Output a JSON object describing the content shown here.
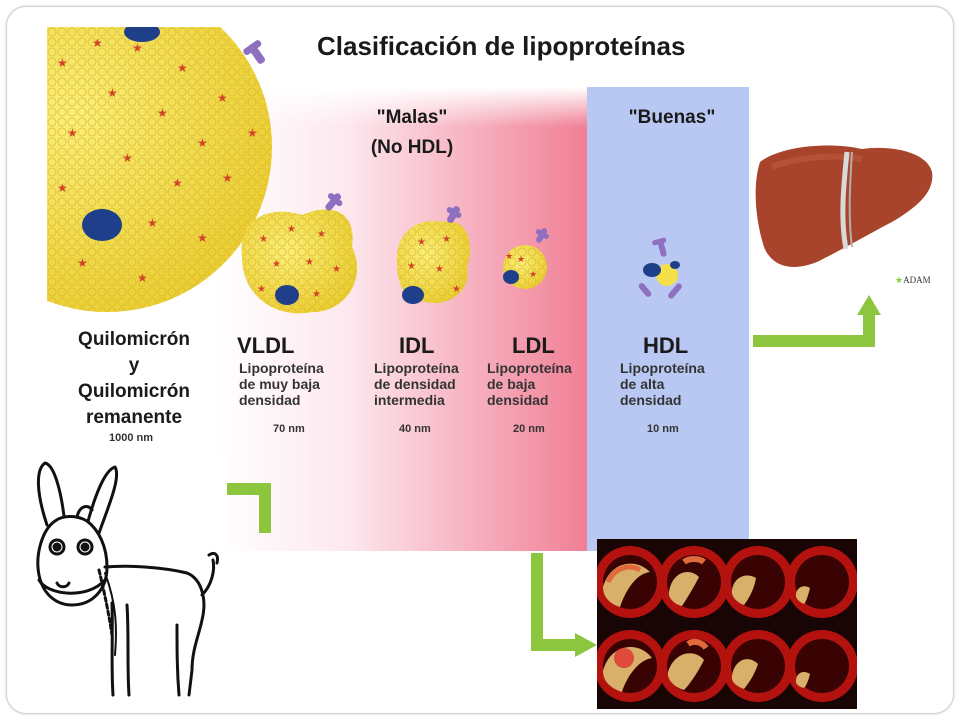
{
  "title": "Clasificación de lipoproteínas",
  "groups": {
    "bad_title": "\"Malas\"",
    "bad_subtitle": "(No HDL)",
    "good_title": "\"Buenas\""
  },
  "particles": [
    {
      "key": "quilo",
      "name_lines": [
        "Quilomicrón",
        "y",
        "Quilomicrón",
        "remanente"
      ],
      "size": "1000 nm"
    },
    {
      "key": "vldl",
      "name": "VLDL",
      "desc_lines": [
        "Lipoproteína",
        "de muy baja",
        "densidad"
      ],
      "size": "70 nm"
    },
    {
      "key": "idl",
      "name": "IDL",
      "desc_lines": [
        "Lipoproteína",
        "de densidad",
        "intermedia"
      ],
      "size": "40 nm"
    },
    {
      "key": "ldl",
      "name": "LDL",
      "desc_lines": [
        "Lipoproteína",
        "de baja",
        "densidad"
      ],
      "size": "20 nm"
    },
    {
      "key": "hdl",
      "name": "HDL",
      "desc_lines": [
        "Lipoproteína",
        "de alta",
        "densidad"
      ],
      "size": "10 nm"
    }
  ],
  "credit": "ADAM",
  "colors": {
    "good_band": "#b9c8f2",
    "bad_band_start": "#ffffff",
    "bad_band_end": "#f07f95",
    "lipid_yellow": "#f5e04a",
    "star_red": "#d2432a",
    "protein_blue": "#1f3f8a",
    "apo_purple": "#8f6fbf",
    "arrow_green": "#8cc63f",
    "liver_brown": "#a8442c"
  }
}
